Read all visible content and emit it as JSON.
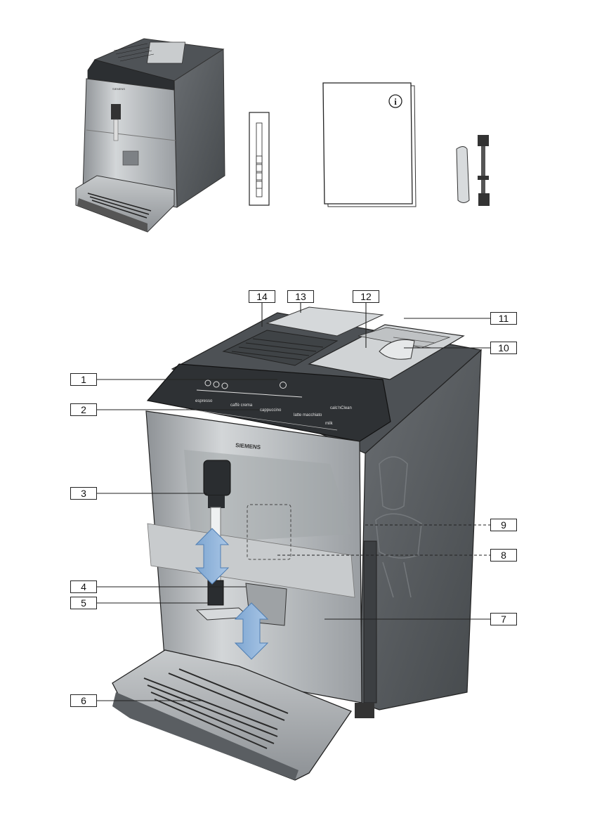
{
  "brand": "SIEMENS",
  "info_icon": "info-icon",
  "panel_labels": {
    "espresso": "espresso",
    "caffe_crema": "caffè crema",
    "cappuccino": "cappuccino",
    "latte_macchiato": "latte macchiato",
    "milk": "milk",
    "calc_n_clean": "calc'nClean"
  },
  "callouts": [
    {
      "id": "1",
      "label": "1"
    },
    {
      "id": "2",
      "label": "2"
    },
    {
      "id": "3",
      "label": "3"
    },
    {
      "id": "4",
      "label": "4"
    },
    {
      "id": "5",
      "label": "5"
    },
    {
      "id": "6",
      "label": "6"
    },
    {
      "id": "7",
      "label": "7"
    },
    {
      "id": "8",
      "label": "8"
    },
    {
      "id": "9",
      "label": "9"
    },
    {
      "id": "10",
      "label": "10"
    },
    {
      "id": "11",
      "label": "11"
    },
    {
      "id": "12",
      "label": "12"
    },
    {
      "id": "13",
      "label": "13"
    },
    {
      "id": "14",
      "label": "14"
    }
  ],
  "colors": {
    "dark_body": "#5b5f63",
    "silver": "#b9bcbf",
    "panel": "#2e3134",
    "arrow": "#8fb3d9"
  }
}
